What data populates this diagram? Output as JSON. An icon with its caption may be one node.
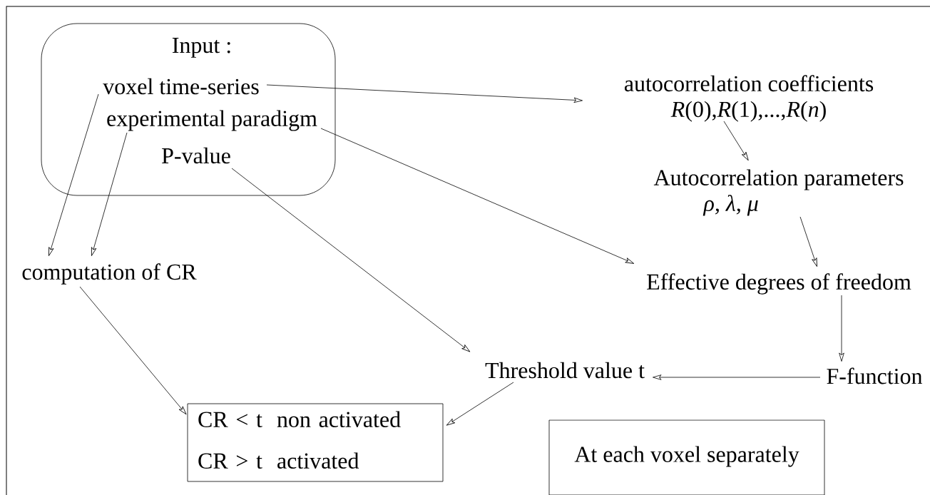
{
  "diagram": {
    "nodes": [
      {
        "text": [
          "Input :"
        ]
      },
      {
        "text": [
          "voxel time-series"
        ],
        "in": 0
      },
      {
        "text": [
          "experimental paradigm"
        ],
        "in": 0
      },
      {
        "text": [
          "P-value"
        ],
        "in": 0
      },
      {
        "text": [
          "autocorrelation coefficients",
          "*R*(0),*R*(1),...,*R*(*n*)"
        ]
      },
      {
        "text": [
          "Autocorrelation parameters",
          "ρ, λ, μ"
        ]
      },
      {
        "text": [
          "computation of CR"
        ]
      },
      {
        "text": [
          "Effective degrees of freedom"
        ]
      },
      {
        "text": [
          "Threshold value t"
        ]
      },
      {
        "text": [
          "F-function"
        ]
      },
      {
        "text": [
          "CR < t",
          "non activated",
          "CR > t",
          "activated"
        ]
      },
      {
        "text": [
          "At each voxel separately"
        ]
      }
    ],
    "edges": [
      {
        "from": 1,
        "to": 4,
        "arrow": "to"
      },
      {
        "from": 1,
        "to": 6,
        "arrow": "to"
      },
      {
        "from": 2,
        "to": 6,
        "arrow": "to"
      },
      {
        "from": 2,
        "to": 7,
        "arrow": "to"
      },
      {
        "from": 3,
        "to": 8,
        "arrow": "to"
      },
      {
        "from": 4,
        "to": 5,
        "arrow": "to"
      },
      {
        "from": 5,
        "to": 7,
        "arrow": "to"
      },
      {
        "from": 7,
        "to": 9,
        "arrow": "to"
      },
      {
        "from": 9,
        "to": 8,
        "arrow": "to"
      },
      {
        "from": 6,
        "to": 10,
        "arrow": "to"
      },
      {
        "from": 8,
        "to": 10,
        "arrow": "to"
      }
    ]
  }
}
